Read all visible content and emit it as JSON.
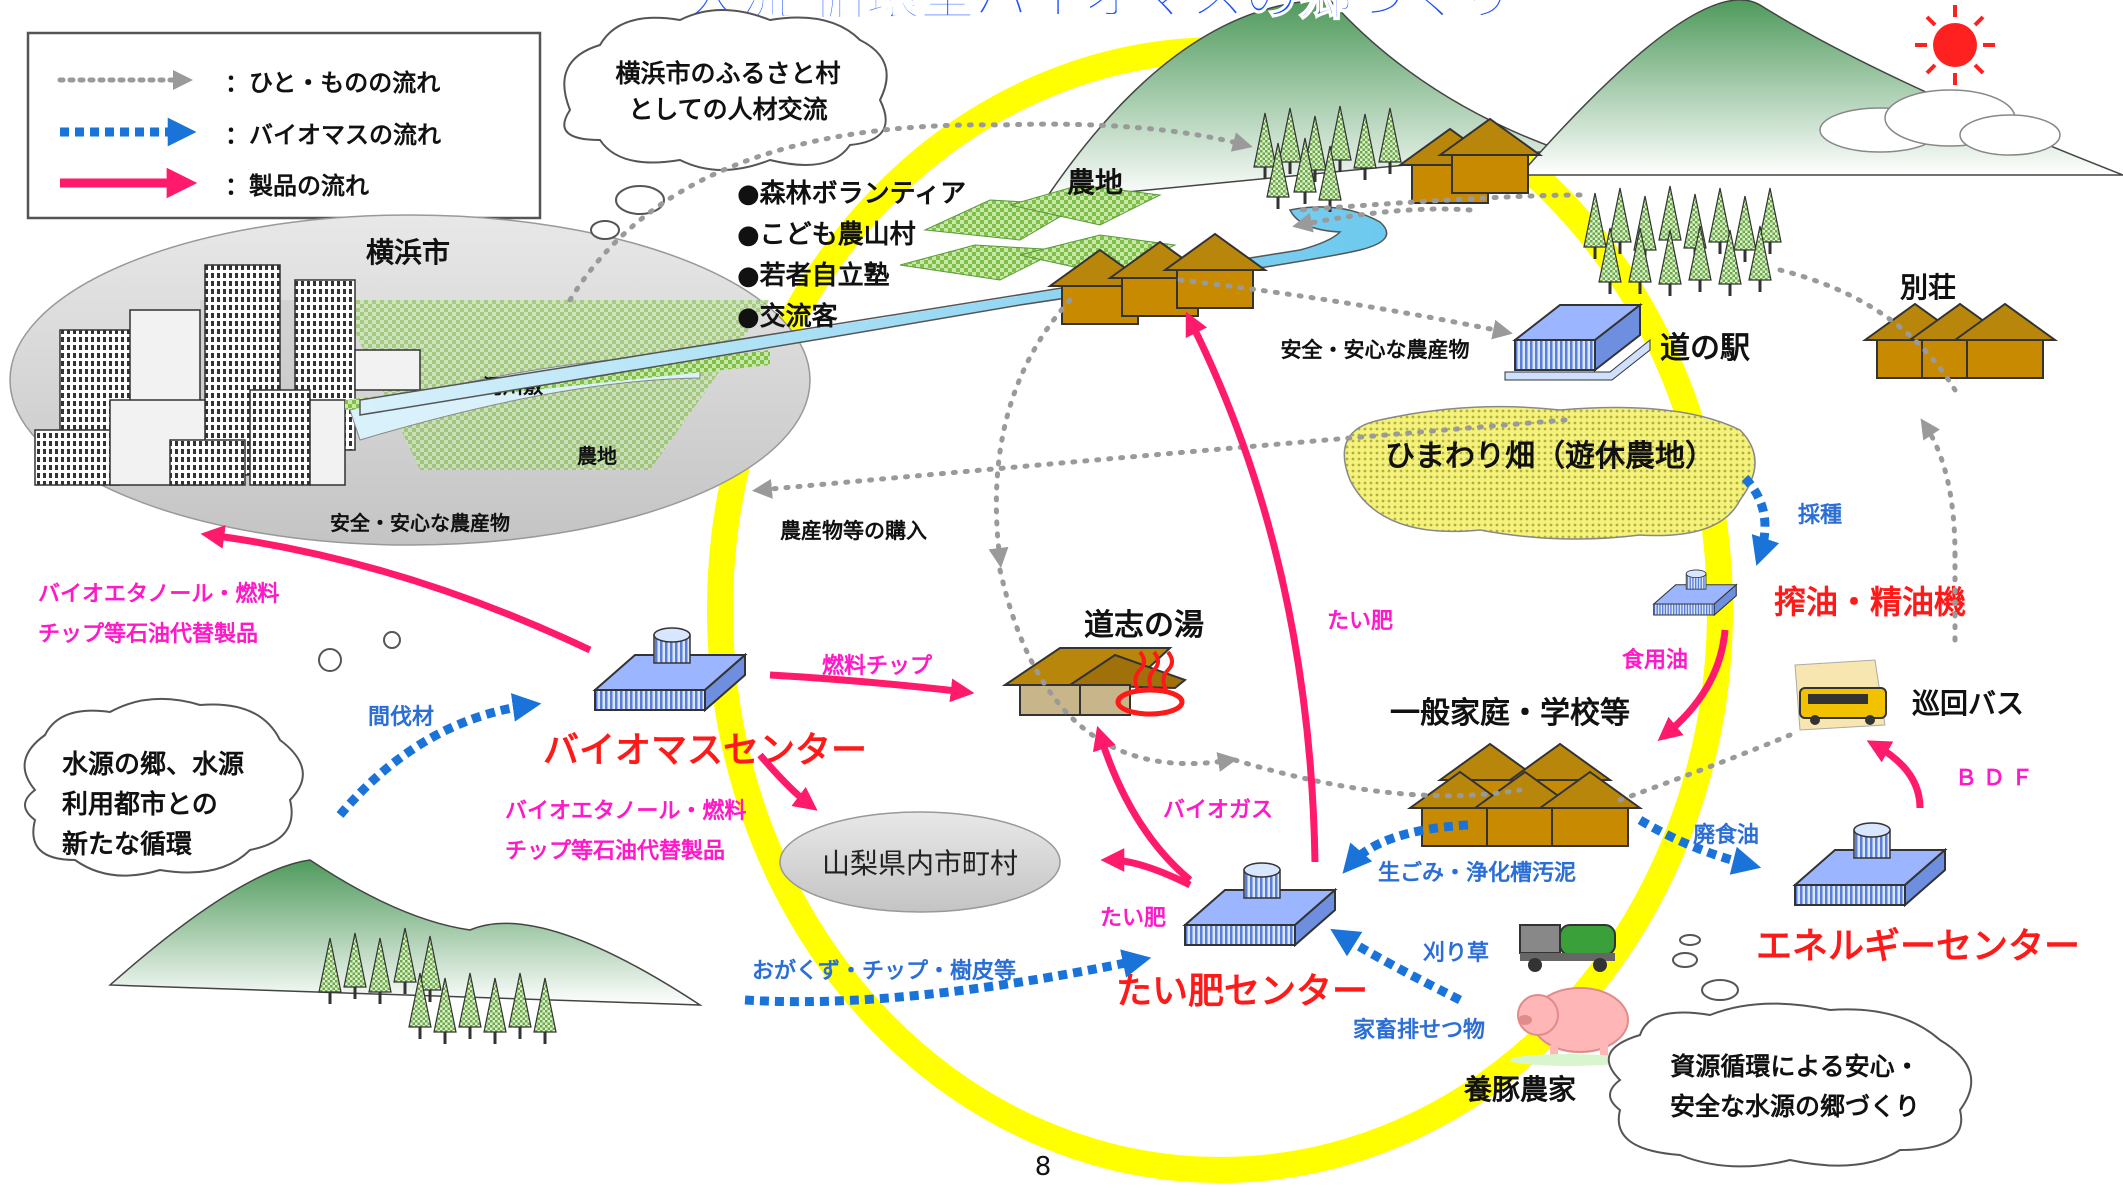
{
  "colors": {
    "ring": "#ffff00",
    "people_flow": "#9a9a9a",
    "biomass_flow": "#1a73d9",
    "product_flow": "#ff1a6b",
    "title_blue": "#1a4fff",
    "red_label": "#ff1a1a",
    "magenta_label": "#ff19c8",
    "blue_label": "#2b6fd6"
  },
  "title": "大流 循環型バイオマスの郷づくり",
  "legend": {
    "people": "：ひと・ものの流れ",
    "biomass": "：バイオマスの流れ",
    "product": "：製品の流れ"
  },
  "clouds": {
    "yokohama_exchange": [
      "横浜市のふるさと村",
      "としての人材交流"
    ],
    "water_source": [
      "水源の郷、水源",
      "利用都市との",
      "新たな循環"
    ],
    "safe_village": [
      "資源循環による安心・",
      "安全な水源の郷づくり"
    ]
  },
  "yokohama": {
    "name": "横浜市",
    "riverbed": "河川敷",
    "farm": "農地",
    "produce": "安全・安心な農産物"
  },
  "activities": [
    "●森林ボランティア",
    "●こども農山村",
    "●若者自立塾",
    "●交流客"
  ],
  "places": {
    "farmland": "農地",
    "michinoeki": "道の駅",
    "michinoeki_produce": "安全・安心な農産物",
    "villa": "別荘",
    "sunflower": "ひまわり畑（遊休農地）",
    "onsen": "道志の湯",
    "households": "一般家庭・学校等",
    "tour_bus": "巡回バス",
    "yamanashi": "山梨県内市町村",
    "pig_farm": "養豚農家"
  },
  "centers": {
    "biomass": "バイオマスセンター",
    "compost": "たい肥センター",
    "energy": "エネルギーセンター",
    "press": "搾油・精油機"
  },
  "flow_labels": {
    "bioethanol_1": [
      "バイオエタノール・燃料",
      "チップ等石油代替製品"
    ],
    "bioethanol_2": [
      "バイオエタノール・燃料",
      "チップ等石油代替製品"
    ],
    "fuel_chip": "燃料チップ",
    "thinning": "間伐材",
    "sawdust": "おがくず・チップ・樹皮等",
    "compost_up": "たい肥",
    "compost_left": "たい肥",
    "biogas": "バイオガス",
    "garbage": "生ごみ・浄化槽汚泥",
    "waste_oil": "廃食油",
    "bdf": "ＢＤＦ",
    "mown_grass": "刈り草",
    "manure": "家畜排せつ物",
    "sowing": "採種",
    "edible_oil": "食用油",
    "purchase": "農産物等の購入"
  },
  "page_number": "8"
}
